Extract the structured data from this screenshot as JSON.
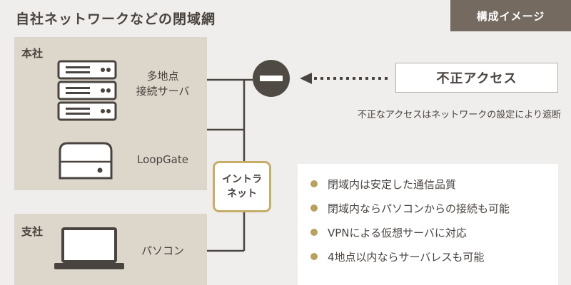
{
  "header": {
    "title": "自社ネットワークなどの閉域網",
    "badge": "構成イメージ"
  },
  "offices": {
    "hq": {
      "label": "本社",
      "server_label_line1": "多地点",
      "server_label_line2": "接続サーバ",
      "device_label": "LoopGate"
    },
    "branch": {
      "label": "支社",
      "pc_label": "パソコン"
    }
  },
  "network": {
    "intranet_line1": "イントラ",
    "intranet_line2": "ネット",
    "block_icon": "no-entry-icon",
    "threat_label": "不正アクセス",
    "block_caption": "不正なアクセスはネットワークの設定により遮断"
  },
  "features": [
    "閉域内は安定した通信品質",
    "閉域内ならパソコンからの接続も可能",
    "VPNによる仮想サーバに対応",
    "4地点以内ならサーバレスも可能"
  ],
  "icons": {
    "server": "server-rack-icon",
    "router": "router-box-icon",
    "pc": "laptop-icon"
  },
  "colors": {
    "background": "#efeeec",
    "office_fill": "#ddd6cb",
    "badge_fill": "#756a60",
    "dark_icon": "#504a44",
    "accent_gold": "#c6ad6a",
    "bullet_gold": "#b8a05e",
    "text": "#4a4440"
  }
}
